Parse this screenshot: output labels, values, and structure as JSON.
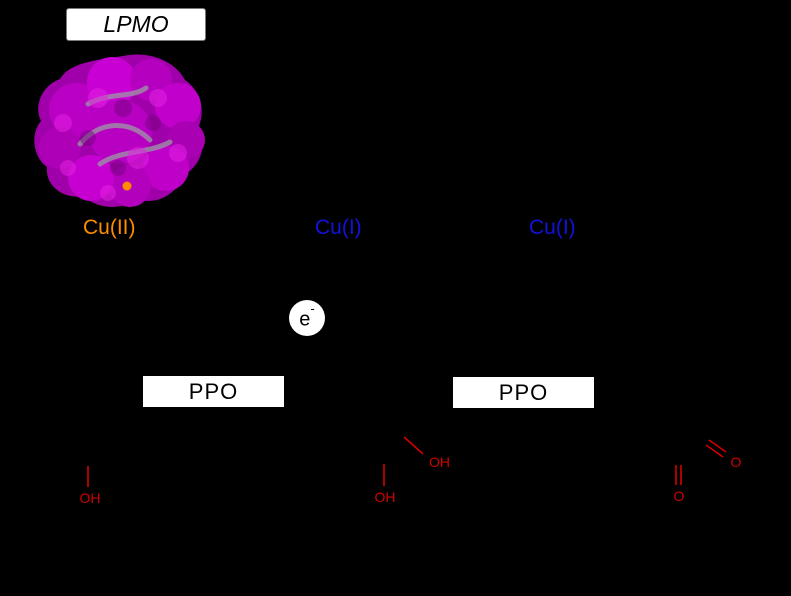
{
  "figure": {
    "background_color": "#000000",
    "description": "Reaction scheme: LPMO copper redox states coupled to PPO phenol oxidation"
  },
  "lpmo": {
    "label": "LPMO"
  },
  "protein": {
    "description": "LPMO protein rendered as magenta surface with gray cartoon",
    "surface_color": "#B800C2",
    "copper_site_color": "#FF8C00"
  },
  "copper_states": [
    {
      "label": "Cu(II)",
      "color": "#FF8C00"
    },
    {
      "label": "Cu(I)",
      "color": "#1212DC"
    },
    {
      "label": "Cu(I)",
      "color": "#1212DC"
    }
  ],
  "electron": {
    "base": "e",
    "sup": "-"
  },
  "enzyme_boxes": [
    {
      "label": "PPO"
    },
    {
      "label": "PPO"
    }
  ],
  "molecules": [
    {
      "name": "monophenol",
      "labels": [
        {
          "text": "OH"
        }
      ]
    },
    {
      "name": "catechol",
      "labels": [
        {
          "text": "OH"
        },
        {
          "text": "OH"
        }
      ]
    },
    {
      "name": "ortho-quinone",
      "labels": [
        {
          "text": "O"
        },
        {
          "text": "O"
        }
      ]
    }
  ],
  "colors": {
    "heteroatom_red": "#D40000",
    "orange": "#FF8C00",
    "blue": "#1212DC",
    "box_white": "#FFFFFF"
  }
}
